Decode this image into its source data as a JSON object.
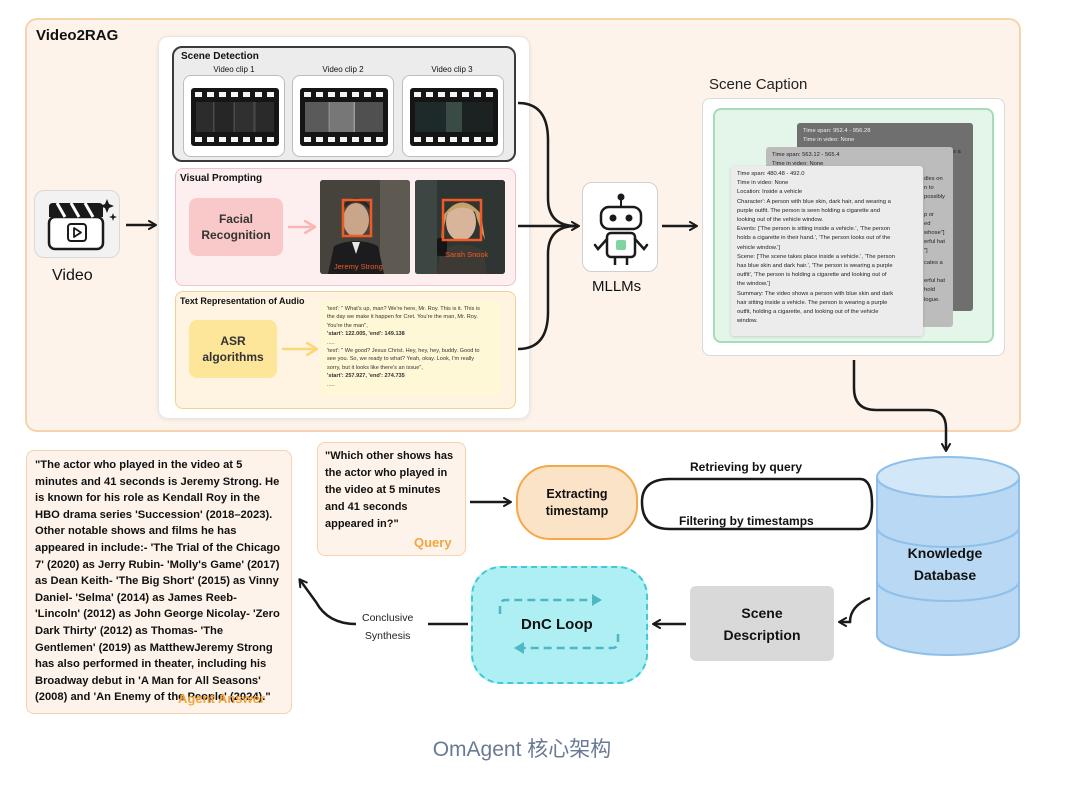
{
  "panel": {
    "title": "Video2RAG"
  },
  "scene_detection": {
    "title": "Scene Detection",
    "clips": [
      "Video clip 1",
      "Video clip 2",
      "Video clip 3"
    ]
  },
  "visual_prompting": {
    "title": "Visual Prompting",
    "method_line1": "Facial",
    "method_line2": "Recognition",
    "faces": [
      "Jeremy Strong",
      "Sarah Snook"
    ]
  },
  "text_audio": {
    "title": "Text Representation of Audio",
    "method_line1": "ASR",
    "method_line2": "algorithms",
    "lines": [
      "'text': \" What's up, man? We're here, Mr. Roy. This is it. This is",
      "the day we make it happen for Cret. You're the man, Mr. Roy.",
      "You're the man\",",
      "'start': 122.005,  'end': 149.138",
      ".....",
      "'text': \" We good? Jesus Christ. Hey, hey, hey, buddy. Good to",
      "see you. So, we ready to what? Yeah, okay. Look, I'm really",
      "sorry, but it looks like there's an issue\",",
      "'start': 257.927,  'end': 274.735",
      "....."
    ]
  },
  "video": {
    "label": "Video"
  },
  "mllm": {
    "label": "MLLMs"
  },
  "scene_caption": {
    "title": "Scene Caption",
    "card3_lines": [
      "Time span: 952.4 - 956.28",
      "Time in video: None"
    ],
    "card2_lines": [
      "Time span: 563.12 - 565.4",
      "Time in video: None"
    ],
    "card1_lines": [
      "Time span: 480.48 - 492.0",
      "Time in video: None",
      "Location: Inside a vehicle",
      "Character': A person with blue skin, dark hair, and wearing a",
      "purple outfit. The person is seen holding a cigarette and",
      "looking out of the vehicle window.",
      "Events: ['The person is sitting inside a vehicle.', 'The person",
      "holds a cigarette in their hand.', 'The person looks out of the",
      "vehicle window.']",
      "Scene: ['The scene takes place inside a vehicle.', 'The person",
      "has blue skin and dark hair.', 'The person is wearing a purple",
      "outfit', 'The person is holding a cigarette and looking out of",
      "the window.']",
      "Summary: The video shows a person with blue skin and dark",
      "hair sitting inside a vehicle. The person is wearing a purple",
      "outfit, holding a cigarette, and looking out of the vehicle",
      "window."
    ],
    "tails": [
      "s a",
      "dles on",
      "n to",
      "possibly",
      "p or",
      "ed",
      "whose\"]",
      "erful hat",
      "\"]",
      "cates a",
      "erful hat",
      "hold",
      "logue."
    ]
  },
  "answer": {
    "text": "\"The actor who played in the video at 5 minutes and 41 seconds is Jeremy Strong. He is known for his role as Kendall Roy in the HBO drama series 'Succession' (2018–2023). Other notable shows and films he has appeared in include:- 'The Trial of the Chicago 7' (2020) as Jerry Rubin- 'Molly's Game' (2017) as Dean Keith- 'The Big Short' (2015) as Vinny Daniel- 'Selma' (2014) as James Reeb- 'Lincoln' (2012) as John George Nicolay- 'Zero Dark Thirty' (2012) as Thomas- 'The Gentlemen' (2019) as MatthewJeremy Strong has also performed in theater, including his Broadway debut in 'A Man for All Seasons' (2008) and 'An Enemy of the People' (2024).\"",
    "label": "Agent Answer"
  },
  "query": {
    "text": "\"Which other shows has the actor who played in the video at 5 minutes and 41 seconds appeared in?\"",
    "label": "Query"
  },
  "extract": {
    "line1": "Extracting",
    "line2": "timestamp"
  },
  "edges": {
    "retrieve": "Retrieving by query",
    "filter": "Filtering by timestamps",
    "conclusive_line1": "Conclusive",
    "conclusive_line2": "Synthesis"
  },
  "knowledge_db": {
    "line1": "Knowledge",
    "line2": "Database"
  },
  "scene_desc": {
    "line1": "Scene",
    "line2": "Description"
  },
  "dnc": {
    "label": "DnC Loop"
  },
  "caption": {
    "text": "OmAgent 核心架构"
  },
  "colors": {
    "panel_bg": "#fdf3ea",
    "accent_orange": "#f5a53d",
    "face_red": "#f15a24",
    "dnc_cyan": "#aeeff4",
    "db_blue": "#b9d8f3"
  }
}
